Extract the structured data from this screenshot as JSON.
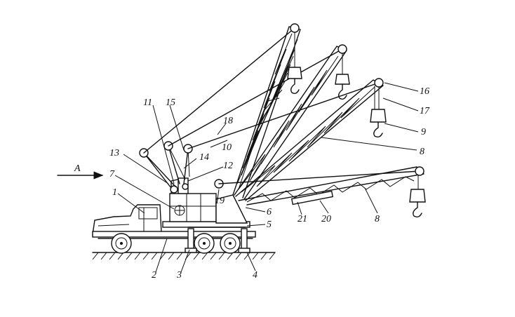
{
  "view_label": "A",
  "callouts": [
    "1",
    "2",
    "3",
    "4",
    "5",
    "6",
    "7",
    "8",
    "8",
    "8",
    "9",
    "10",
    "11",
    "12",
    "13",
    "14",
    "15",
    "16",
    "17",
    "18",
    "19",
    "20",
    "21"
  ]
}
